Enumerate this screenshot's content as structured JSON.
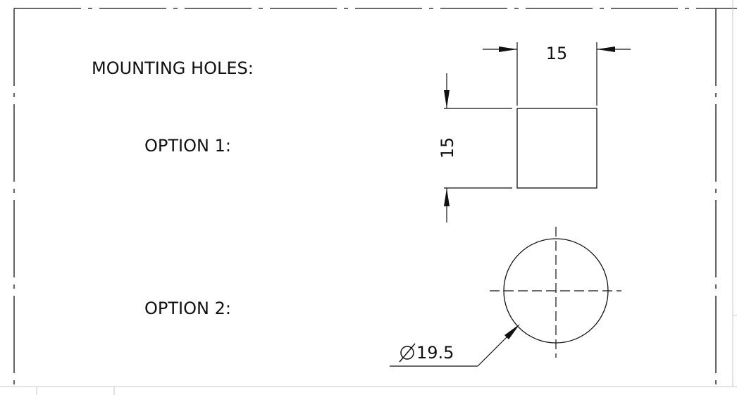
{
  "title": "MOUNTING HOLES:",
  "options": [
    {
      "label": "OPTION 1:",
      "shape": "square"
    },
    {
      "label": "OPTION 2:",
      "shape": "circle"
    }
  ],
  "option1": {
    "width_dim": "15",
    "height_dim": "15"
  },
  "option2": {
    "diameter_symbol": "⌀",
    "diameter_value": "19.5"
  },
  "colors": {
    "line": "#111111",
    "frame": "#111111",
    "sheet_gray": "#c8c8c8"
  }
}
